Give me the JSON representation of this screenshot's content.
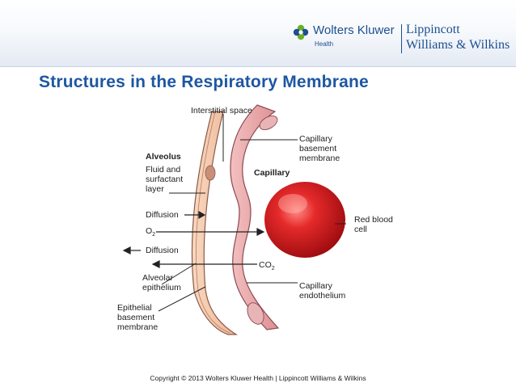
{
  "header": {
    "publisher_name": "Wolters Kluwer",
    "publisher_sub": "Health",
    "imprint_line1": "Lippincott",
    "imprint_line2": "Williams & Wilkins",
    "logo_icon": "wk-flower-logo-icon",
    "colors": {
      "brand": "#1d4f91",
      "logo_green": "#6ab023"
    }
  },
  "slide": {
    "title": "Structures in the Respiratory Membrane",
    "title_color": "#1d57a3"
  },
  "diagram": {
    "labels": {
      "interstitial_space": "Interstitial space",
      "capillary_basement_membrane": [
        "Capillary",
        "basement",
        "membrane"
      ],
      "capillary": "Capillary",
      "alveolus": "Alveolus",
      "fluid_surfactant": [
        "Fluid and",
        "surfactant",
        "layer"
      ],
      "diffusion_in": "Diffusion",
      "o2": "O",
      "o2_sub": "2",
      "diffusion_out": "Diffusion",
      "co2": "CO",
      "co2_sub": "2",
      "alveolar_epithelium": [
        "Alveolar",
        "epithelium"
      ],
      "epithelial_basement_membrane": [
        "Epithelial",
        "basement",
        "membrane"
      ],
      "red_blood_cell": [
        "Red blood",
        "cell"
      ],
      "capillary_endothelium": [
        "Capillary",
        "endothelium"
      ]
    },
    "colors": {
      "alveolar_layer": "#f4c6a4",
      "capillary_wall": "#e9a3a3",
      "rbc": "#d4151b"
    }
  },
  "footer": {
    "copyright": "Copyright © 2013 Wolters Kluwer Health | Lippincott Williams & Wilkins"
  }
}
